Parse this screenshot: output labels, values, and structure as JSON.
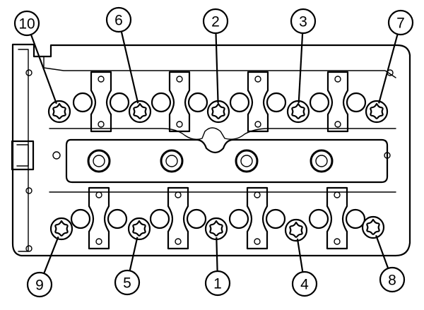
{
  "diagram": {
    "bolts": [
      {
        "label": "10",
        "bolt": [
          84,
          158
        ],
        "callout": [
          38,
          33
        ]
      },
      {
        "label": "6",
        "bolt": [
          198,
          158
        ],
        "callout": [
          168,
          28
        ]
      },
      {
        "label": "2",
        "bolt": [
          309,
          158
        ],
        "callout": [
          305,
          30
        ]
      },
      {
        "label": "3",
        "bolt": [
          422,
          158
        ],
        "callout": [
          429,
          30
        ]
      },
      {
        "label": "7",
        "bolt": [
          533,
          158
        ],
        "callout": [
          567,
          32
        ]
      },
      {
        "label": "9",
        "bolt": [
          87,
          324
        ],
        "callout": [
          56,
          403
        ]
      },
      {
        "label": "5",
        "bolt": [
          197,
          324
        ],
        "callout": [
          180,
          400
        ]
      },
      {
        "label": "1",
        "bolt": [
          306,
          324
        ],
        "callout": [
          308,
          401
        ]
      },
      {
        "label": "4",
        "bolt": [
          419,
          326
        ],
        "callout": [
          431,
          402
        ]
      },
      {
        "label": "8",
        "bolt": [
          528,
          322
        ],
        "callout": [
          555,
          396
        ]
      }
    ]
  }
}
